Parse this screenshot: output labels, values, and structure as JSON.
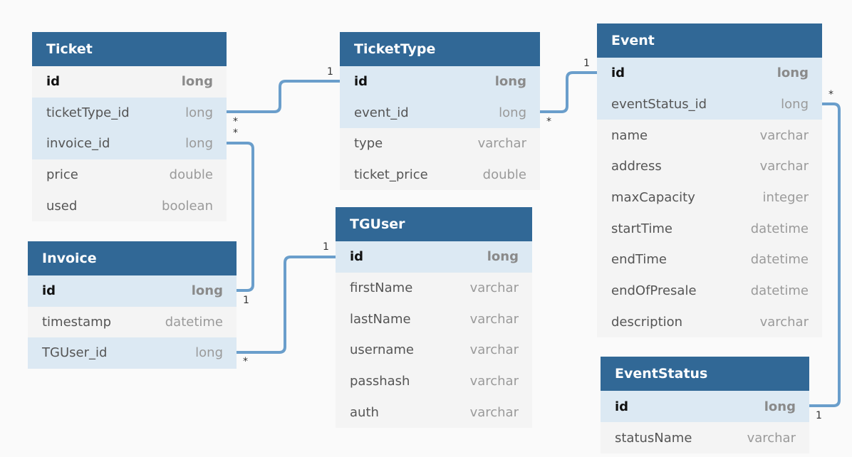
{
  "tables": {
    "ticket": {
      "name": "Ticket",
      "rows": [
        {
          "name": "id",
          "type": "long"
        },
        {
          "name": "ticketType_id",
          "type": "long"
        },
        {
          "name": "invoice_id",
          "type": "long"
        },
        {
          "name": "price",
          "type": "double"
        },
        {
          "name": "used",
          "type": "boolean"
        }
      ]
    },
    "tickettype": {
      "name": "TicketType",
      "rows": [
        {
          "name": "id",
          "type": "long"
        },
        {
          "name": "event_id",
          "type": "long"
        },
        {
          "name": "type",
          "type": "varchar"
        },
        {
          "name": "ticket_price",
          "type": "double"
        }
      ]
    },
    "event": {
      "name": "Event",
      "rows": [
        {
          "name": "id",
          "type": "long"
        },
        {
          "name": "eventStatus_id",
          "type": "long"
        },
        {
          "name": "name",
          "type": "varchar"
        },
        {
          "name": "address",
          "type": "varchar"
        },
        {
          "name": "maxCapacity",
          "type": "integer"
        },
        {
          "name": "startTime",
          "type": "datetime"
        },
        {
          "name": "endTime",
          "type": "datetime"
        },
        {
          "name": "endOfPresale",
          "type": "datetime"
        },
        {
          "name": "description",
          "type": "varchar"
        }
      ]
    },
    "invoice": {
      "name": "Invoice",
      "rows": [
        {
          "name": "id",
          "type": "long"
        },
        {
          "name": "timestamp",
          "type": "datetime"
        },
        {
          "name": "TGUser_id",
          "type": "long"
        }
      ]
    },
    "tguser": {
      "name": "TGUser",
      "rows": [
        {
          "name": "id",
          "type": "long"
        },
        {
          "name": "firstName",
          "type": "varchar"
        },
        {
          "name": "lastName",
          "type": "varchar"
        },
        {
          "name": "username",
          "type": "varchar"
        },
        {
          "name": "passhash",
          "type": "varchar"
        },
        {
          "name": "auth",
          "type": "varchar"
        }
      ]
    },
    "eventstatus": {
      "name": "EventStatus",
      "rows": [
        {
          "name": "id",
          "type": "long"
        },
        {
          "name": "statusName",
          "type": "varchar"
        }
      ]
    }
  },
  "cardinality": {
    "ticket_tickettype_many": "*",
    "ticket_tickettype_one": "1",
    "ticket_invoice_many": "*",
    "ticket_invoice_one": "1",
    "tickettype_event_many": "*",
    "tickettype_event_one": "1",
    "event_eventstatus_many": "*",
    "event_eventstatus_one": "1",
    "invoice_tguser_many": "*",
    "invoice_tguser_one": "1"
  },
  "colors": {
    "header": "#316896",
    "key_row": "#dce9f3",
    "row": "#f4f4f4",
    "connector": "#6a9ecb",
    "background": "#fafafa"
  }
}
